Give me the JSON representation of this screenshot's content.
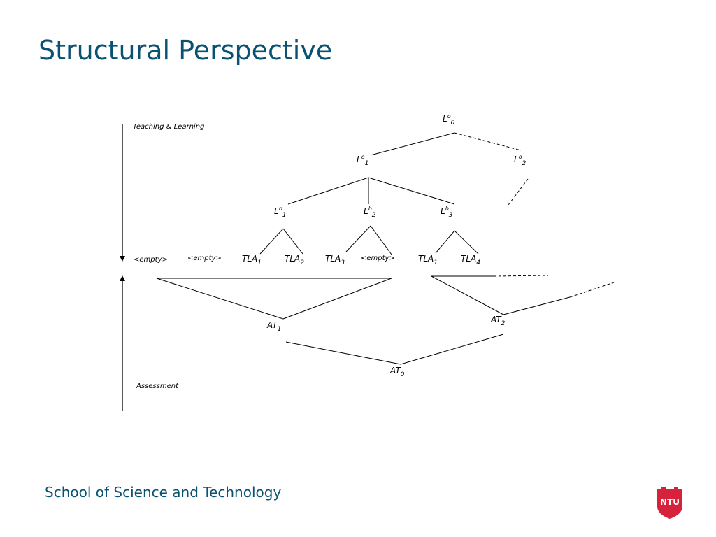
{
  "slide": {
    "title": "Structural Perspective",
    "footer": "School of Science and Technology",
    "logo_text": "NTU",
    "colors": {
      "title": "#0a5272",
      "logo": "#d6223a",
      "rule": "#a9bccb"
    }
  },
  "diagram": {
    "axis_top_label": "Teaching & Learning",
    "axis_bottom_label": "Assessment",
    "nodes": {
      "lo0": {
        "base": "L",
        "sup": "o",
        "sub": "0"
      },
      "lo1": {
        "base": "L",
        "sup": "o",
        "sub": "1"
      },
      "lo2": {
        "base": "L",
        "sup": "o",
        "sub": "2"
      },
      "lb1": {
        "base": "L",
        "sup": "b",
        "sub": "1"
      },
      "lb2": {
        "base": "L",
        "sup": "b",
        "sub": "2"
      },
      "lb3": {
        "base": "L",
        "sup": "b",
        "sub": "3"
      },
      "empty1": "<empty>",
      "empty2": "<empty>",
      "tla1a": {
        "base": "TLA",
        "sub": "1"
      },
      "tla2": {
        "base": "TLA",
        "sub": "2"
      },
      "tla3": {
        "base": "TLA",
        "sub": "3"
      },
      "empty3": "<empty>",
      "tla1b": {
        "base": "TLA",
        "sub": "1"
      },
      "tla4": {
        "base": "TLA",
        "sub": "4"
      },
      "at1": {
        "base": "AT",
        "sub": "1"
      },
      "at2": {
        "base": "AT",
        "sub": "2"
      },
      "at0": {
        "base": "AT",
        "sub": "0"
      }
    }
  }
}
